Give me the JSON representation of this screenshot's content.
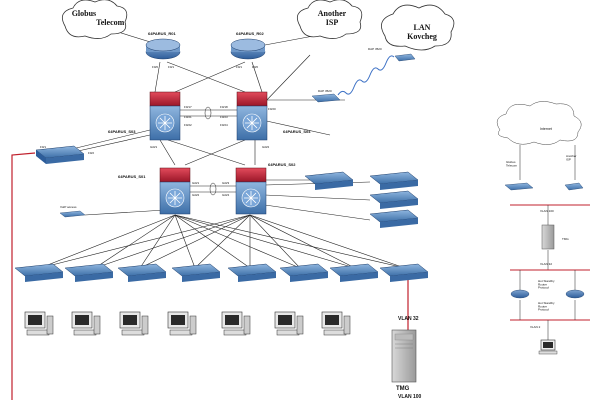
{
  "main": {
    "clouds": {
      "globus": "Globus\nTelecom",
      "isp": "Another\nISP",
      "lan": "LAN\nKovcheg"
    },
    "routers": {
      "r1": "64PARUS_R01",
      "r2": "64PARUS_R02"
    },
    "core_switches": {
      "s03": "64PARUS_S03",
      "s04": "64PARUS_S04"
    },
    "dist_switches": {
      "s01": "64PARUS_S01",
      "s02": "64PARUS_S02"
    },
    "wireless": {
      "dap1": "DAP 3520",
      "dap2": "DAP 3520"
    },
    "voip": "VoIP access",
    "tmg": "TMG",
    "vlan": {
      "v32": "VLAN 32",
      "v100": "VLAN 100"
    },
    "ports": {
      "r_left_a": "F0/0",
      "r_left_b": "F0/1",
      "r_right_a": "F0/1",
      "r_right_b": "F0/0",
      "c_fa17": "F0/17",
      "c_fa18": "F0/18",
      "c_fa21": "F0/21",
      "c_fa22": "F0/22",
      "c_fa23": "F0/23",
      "c_fa24": "F0/24",
      "c_fa20": "F0/20",
      "c_gi1": "Gi0/1",
      "c_gi2": "Gi0/2",
      "d_gi1": "Gi0/1",
      "d_gi2": "Gi0/2",
      "d_gi3": "Gi0/3",
      "d_gi4": "Gi0/4",
      "sw_f01": "F0/1",
      "sw_f02": "F0/2"
    }
  },
  "side": {
    "internet": "Internet",
    "globus": "Globus\nTelecom",
    "isp": "Another\nISP",
    "vlan100": "VLAN 100",
    "tmg": "TMG",
    "vlan32": "VLAN 32",
    "hsrp1": "Hot Standby\nRouter\nProtocol",
    "hsrp2": "Hot Standby\nRouter\nProtocol",
    "vlan2": "VLAN 2"
  }
}
